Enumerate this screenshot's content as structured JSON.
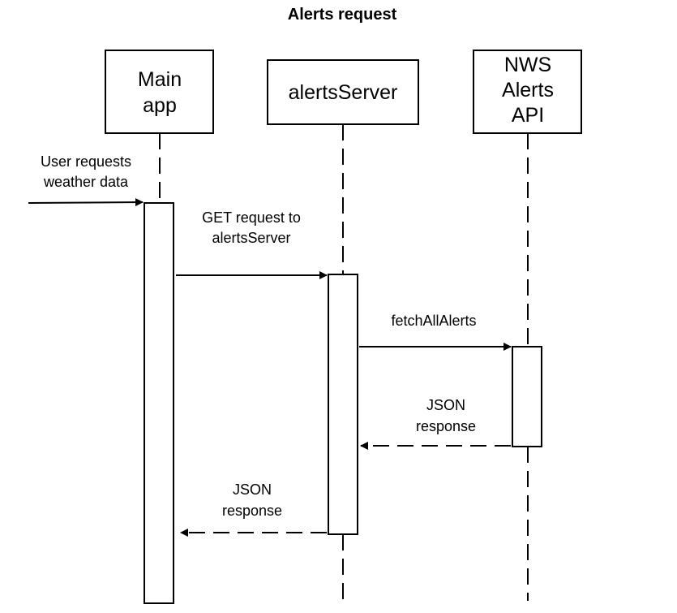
{
  "title": "Alerts request",
  "participants": {
    "main_app": {
      "line1": "Main",
      "line2": "app"
    },
    "alerts_server": {
      "line1": "alertsServer"
    },
    "nws_api": {
      "line1": "NWS",
      "line2": "Alerts",
      "line3": "API"
    }
  },
  "messages": {
    "user_request": {
      "line1": "User requests",
      "line2": "weather data"
    },
    "get_request": {
      "line1": "GET request to",
      "line2": "alertsServer"
    },
    "fetch_all": {
      "line1": "fetchAllAlerts"
    },
    "json_response_api": {
      "line1": "JSON",
      "line2": "response"
    },
    "json_response_server": {
      "line1": "JSON",
      "line2": "response"
    }
  },
  "colors": {
    "line": "#000000",
    "background": "#ffffff"
  }
}
